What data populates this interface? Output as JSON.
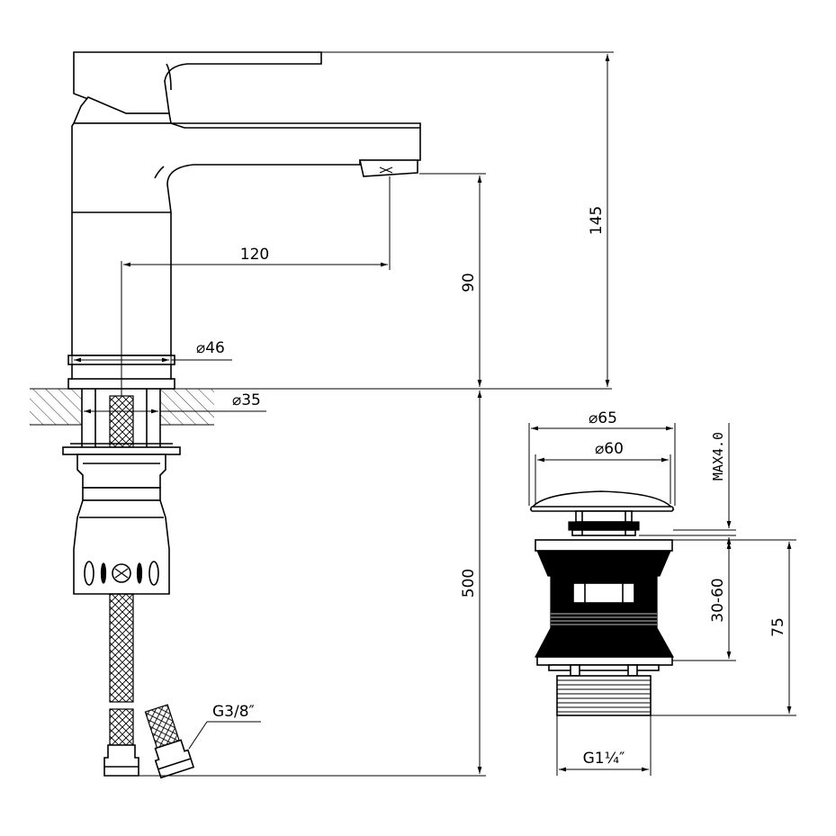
{
  "dimensions": {
    "spout_reach": "120",
    "spout_height": "90",
    "total_height": "145",
    "body_diameter": "⌀46",
    "hole_diameter": "⌀35",
    "hose_length": "500",
    "hose_thread": "G3/8″",
    "waste_cap_outer": "⌀65",
    "waste_cap_inner": "⌀60",
    "waste_max_lift": "MAX4.0",
    "waste_basin_thickness": "30-60",
    "waste_total_length": "75",
    "waste_thread": "G1¼″"
  }
}
